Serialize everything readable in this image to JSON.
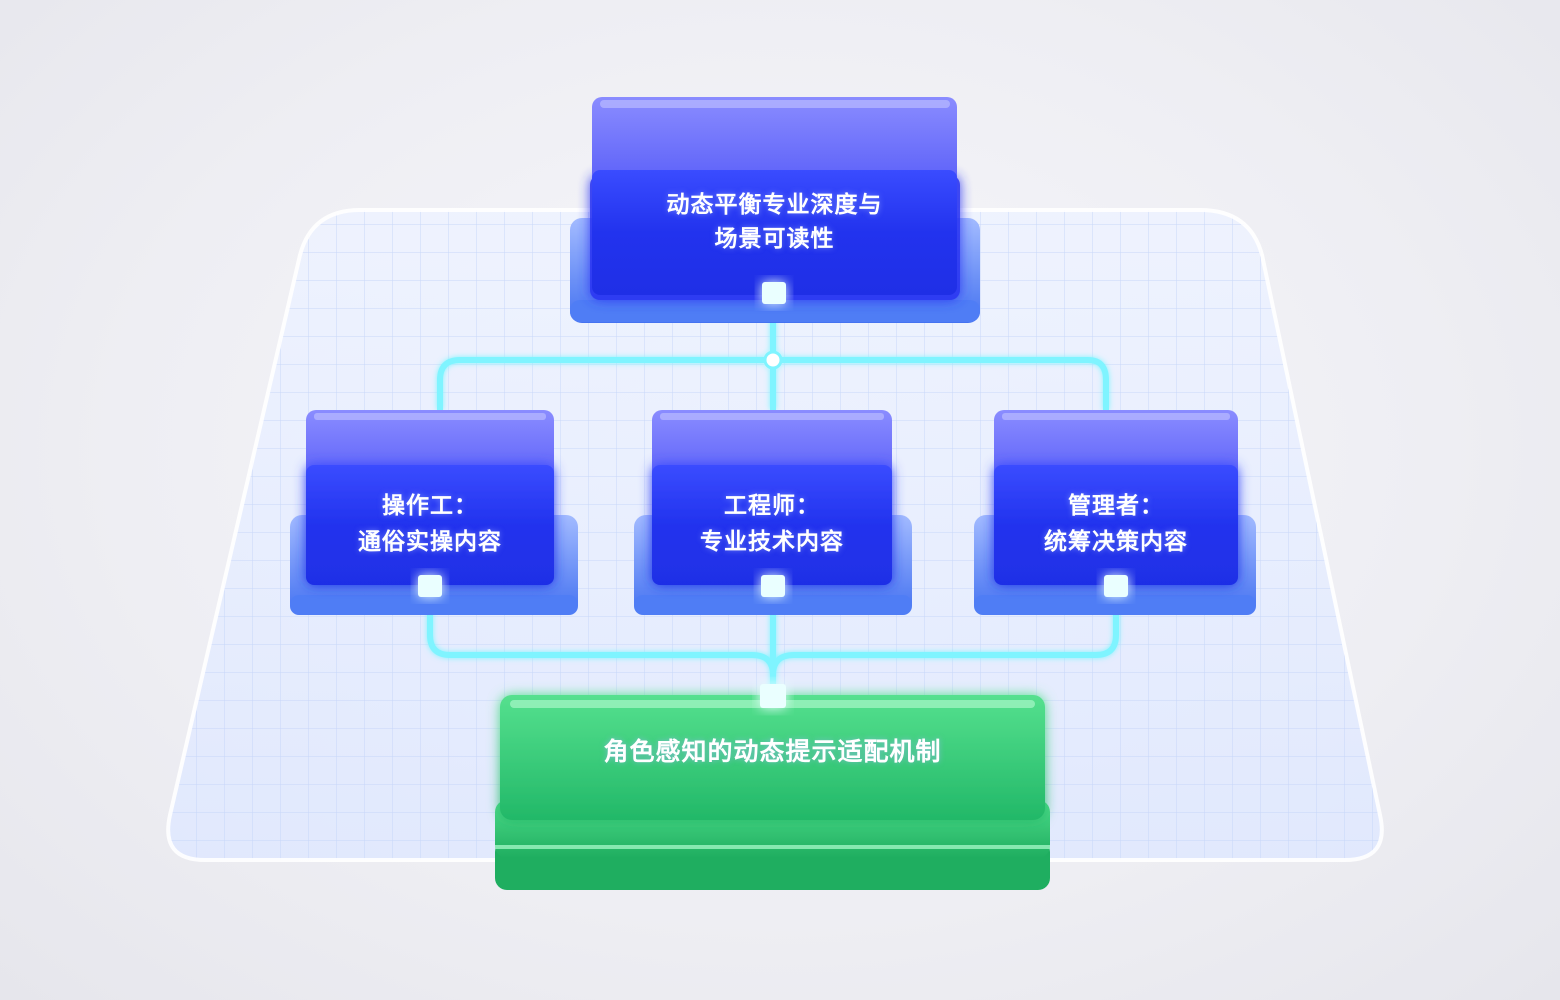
{
  "nodes": {
    "top": {
      "lines": [
        "动态平衡专业深度与",
        "场景可读性"
      ]
    },
    "operator": {
      "lines": [
        "操作工：",
        "通俗实操内容"
      ]
    },
    "engineer": {
      "lines": [
        "工程师：",
        "专业技术内容"
      ]
    },
    "manager": {
      "lines": [
        "管理者：",
        "统筹决策内容"
      ]
    },
    "bottom": {
      "lines": [
        "角色感知的动态提示适配机制"
      ]
    }
  },
  "colors": {
    "blue_box": "#2a33f0",
    "green_box": "#2fcf7a",
    "connector": "#6cf0ff",
    "grid": "#c8d8fa"
  }
}
